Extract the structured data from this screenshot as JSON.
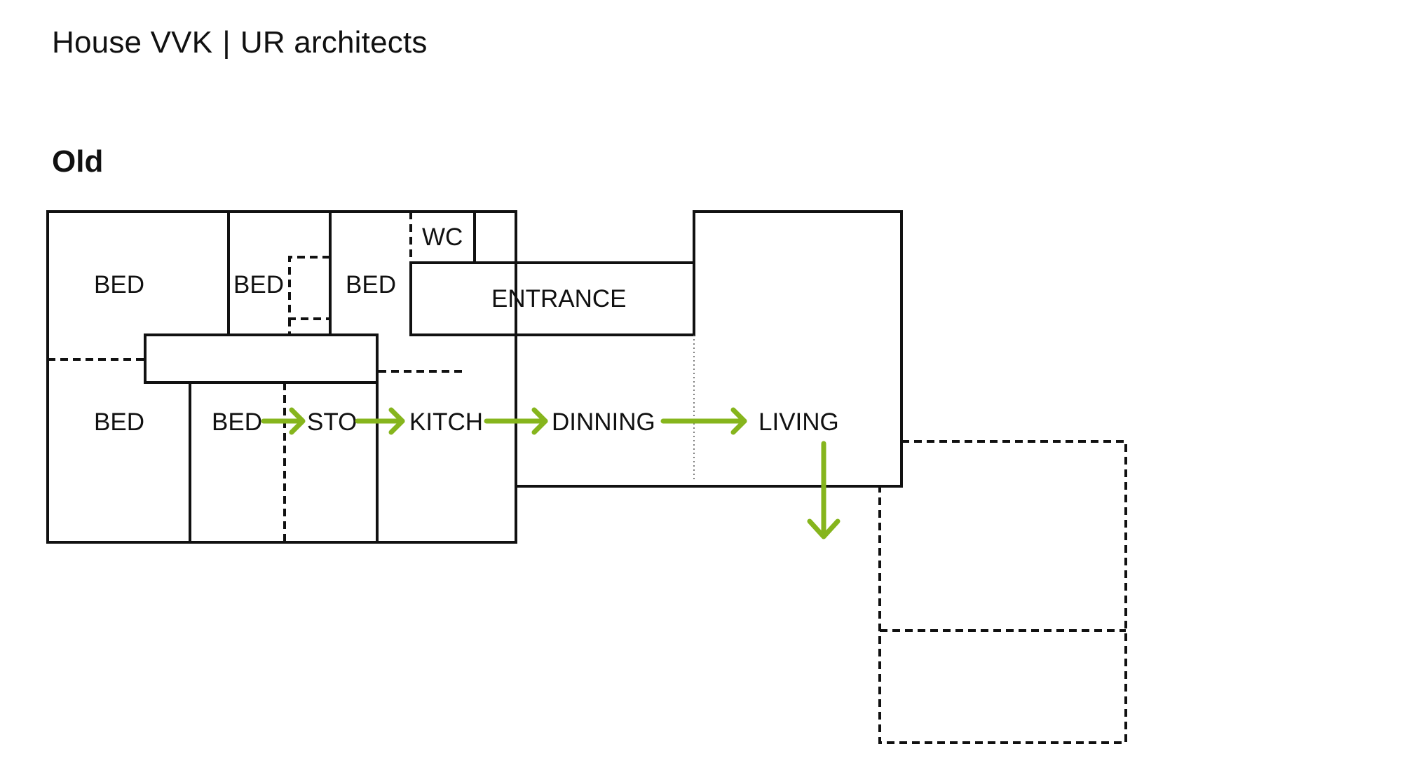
{
  "header": {
    "project": "House VVK",
    "separator": "|",
    "architect": "UR architects"
  },
  "section": {
    "label": "Old"
  },
  "rooms": {
    "bed_top_left": "BED",
    "bed_top_middle": "BED",
    "bed_top_right": "BED",
    "wc": "WC",
    "entrance": "ENTRANCE",
    "bed_bottom_left": "BED",
    "bed_bottom_middle": "BED",
    "storage": "STO",
    "kitchen": "KITCH",
    "dining": "DINNING",
    "living": "LIVING"
  },
  "colors": {
    "walls": "#111111",
    "flow_arrows": "#86b51d"
  }
}
